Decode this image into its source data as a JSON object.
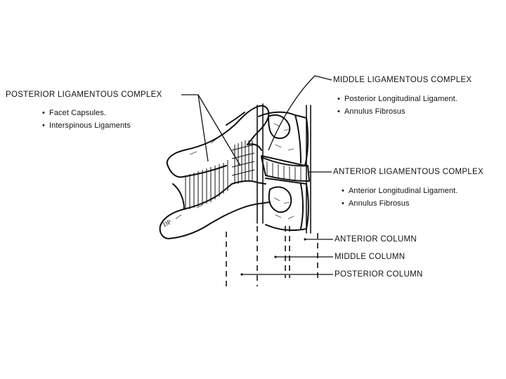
{
  "diagram": {
    "posterior_complex": {
      "title": "POSTERIOR LIGAMENTOUS COMPLEX",
      "items": [
        "Facet Capsules.",
        "Interspinous Ligaments"
      ]
    },
    "middle_complex": {
      "title": "MIDDLE LIGAMENTOUS COMPLEX",
      "items": [
        "Posterior Longitudinal Ligament.",
        "Annulus Fibrosus"
      ]
    },
    "anterior_complex": {
      "title": "ANTERIOR LIGAMENTOUS COMPLEX",
      "items": [
        "Anterior Longitudinal Ligament.",
        "Annulus Fibrosus"
      ]
    },
    "columns": {
      "anterior": "ANTERIOR COLUMN",
      "middle": "MIDDLE COLUMN",
      "posterior": "POSTERIOR COLUMN"
    },
    "stamp": "DP"
  }
}
